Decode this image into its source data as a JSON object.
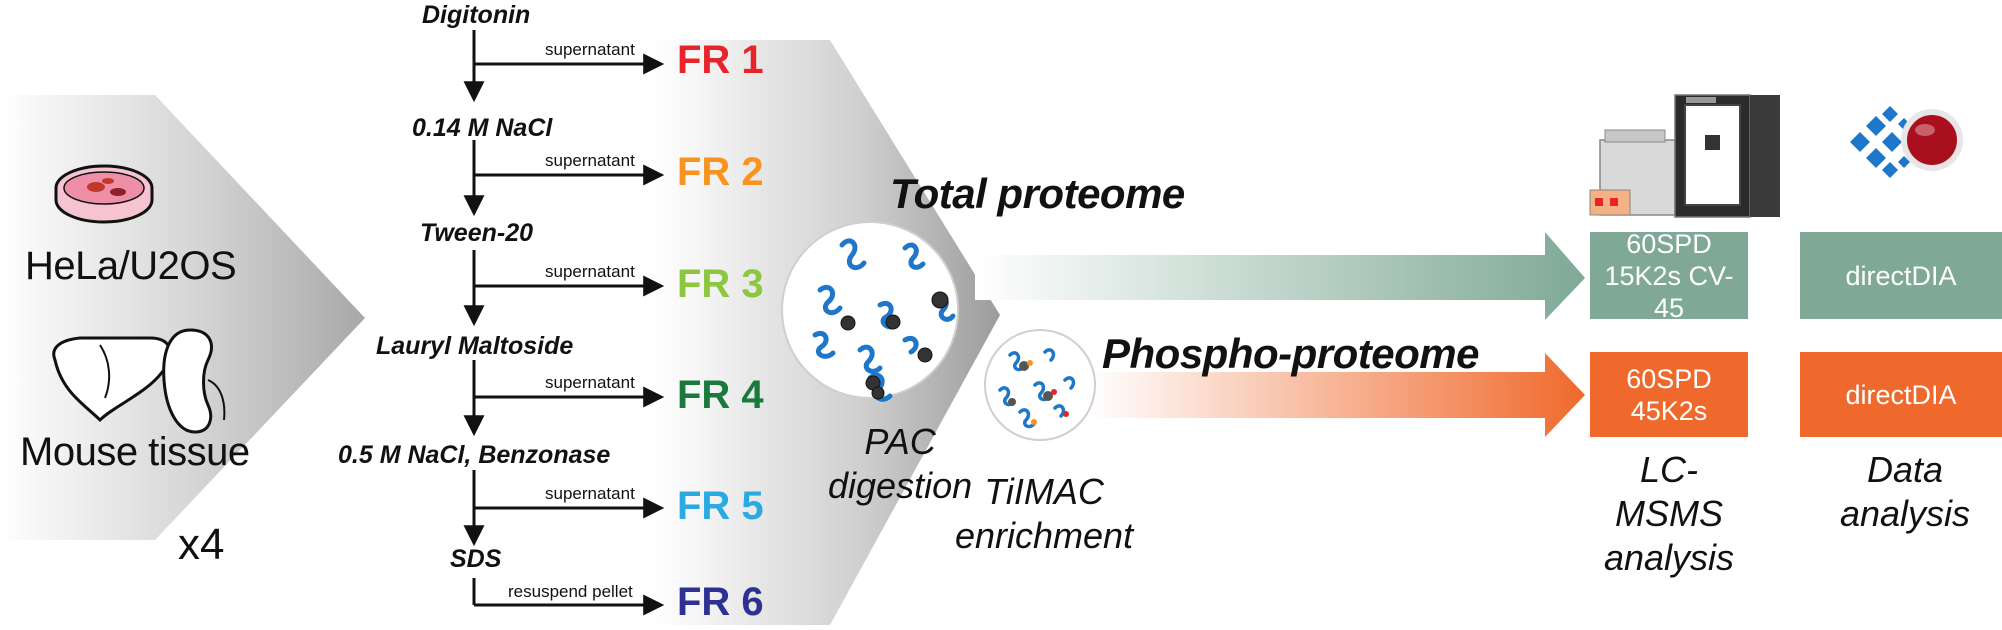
{
  "samples": {
    "cells": "HeLa/U2OS",
    "tissue": "Mouse tissue",
    "replicates": "x4"
  },
  "fractionation": {
    "steps": [
      {
        "buffer": "Digitonin",
        "action": "supernatant",
        "fraction": "FR 1",
        "color": "#e8242b"
      },
      {
        "buffer": "0.14 M NaCl",
        "action": "supernatant",
        "fraction": "FR 2",
        "color": "#f7931e"
      },
      {
        "buffer": "Tween-20",
        "action": "supernatant",
        "fraction": "FR 3",
        "color": "#8dc63f"
      },
      {
        "buffer": "Lauryl Maltoside",
        "action": "supernatant",
        "fraction": "FR 4",
        "color": "#1a7a3e"
      },
      {
        "buffer": "0.5 M NaCl, Benzonase",
        "action": "supernatant",
        "fraction": "FR 5",
        "color": "#29abe2"
      },
      {
        "buffer": "SDS",
        "action": "resuspend pellet",
        "fraction": "FR 6",
        "color": "#2e3192"
      }
    ]
  },
  "processing": {
    "pac_label": "PAC\ndigestion",
    "timac_label": "TiIMAC\nenrichment"
  },
  "streams": {
    "total": {
      "title": "Total proteome",
      "color": "#7fa996",
      "lcms": "60SPD\n15K2s CV-45",
      "analysis": "directDIA"
    },
    "phospho": {
      "title": "Phospho-proteome",
      "color": "#f0692c",
      "lcms": "60SPD\n45K2s",
      "analysis": "directDIA"
    }
  },
  "footer": {
    "lcms_label": "LC-MSMS\nanalysis",
    "data_label": "Data\nanalysis"
  }
}
